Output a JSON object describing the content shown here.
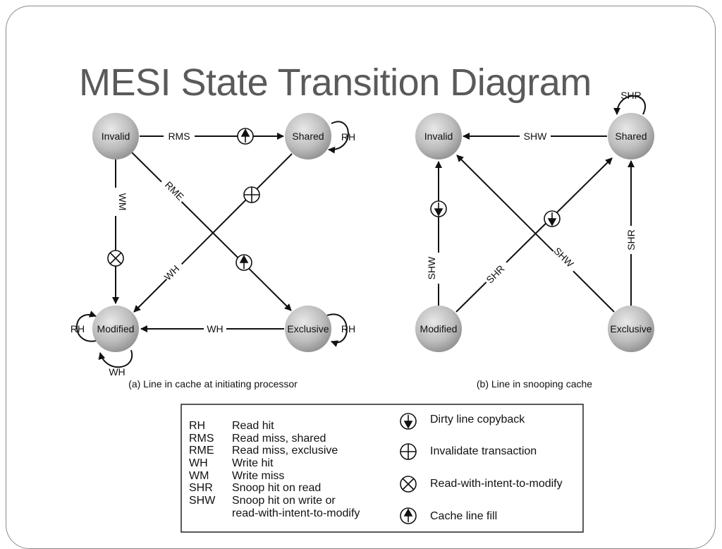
{
  "title": "MESI State Transition Diagram",
  "diagram_a": {
    "caption": "(a) Line in cache at initiating processor",
    "states": {
      "invalid": "Invalid",
      "shared": "Shared",
      "modified": "Modified",
      "exclusive": "Exclusive"
    },
    "edges": {
      "invalid_shared": "RMS",
      "shared_self": "RH",
      "invalid_modified": "WM",
      "invalid_exclusive": "RME",
      "shared_modified": "WH",
      "exclusive_modified": "WH",
      "modified_self_rh": "RH",
      "modified_self_wh": "WH",
      "exclusive_self": "RH"
    }
  },
  "diagram_b": {
    "caption": "(b) Line in snooping cache",
    "states": {
      "invalid": "Invalid",
      "shared": "Shared",
      "modified": "Modified",
      "exclusive": "Exclusive"
    },
    "edges": {
      "shared_invalid": "SHW",
      "shared_self": "SHR",
      "modified_invalid": "SHW",
      "exclusive_invalid": "SHW",
      "modified_shared": "SHR",
      "exclusive_shared": "SHR"
    }
  },
  "legend": {
    "abbrevs": [
      {
        "key": "RH",
        "desc": "Read hit"
      },
      {
        "key": "RMS",
        "desc": "Read miss, shared"
      },
      {
        "key": "RME",
        "desc": "Read miss, exclusive"
      },
      {
        "key": "WH",
        "desc": "Write hit"
      },
      {
        "key": "WM",
        "desc": "Write miss"
      },
      {
        "key": "SHR",
        "desc": "Snoop hit on read"
      },
      {
        "key": "SHW",
        "desc": "Snoop hit on write or"
      }
    ],
    "shw_cont": "read-with-intent-to-modify",
    "symbols": [
      {
        "icon": "dirty-line-copyback-icon",
        "label": "Dirty line copyback"
      },
      {
        "icon": "invalidate-transaction-icon",
        "label": "Invalidate transaction"
      },
      {
        "icon": "read-with-intent-to-modify-icon",
        "label": "Read-with-intent-to-modify"
      },
      {
        "icon": "cache-line-fill-icon",
        "label": "Cache line fill"
      }
    ]
  }
}
